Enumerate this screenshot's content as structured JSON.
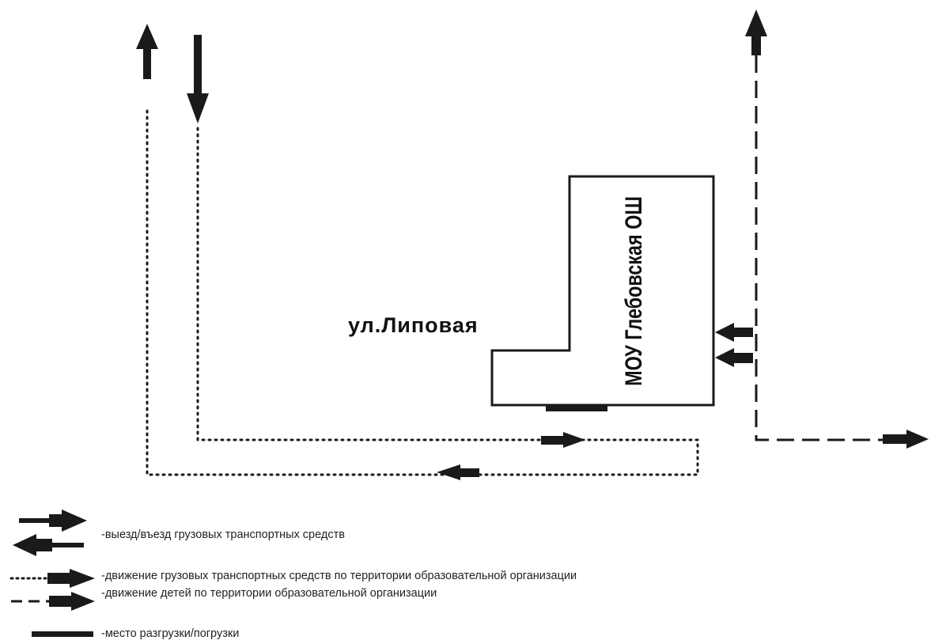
{
  "diagram": {
    "street_label": "ул.Липовая",
    "building_label": "МОУ Глебовская ОШ"
  },
  "legend": [
    {
      "id": "entry-exit",
      "text": "-выезд/въезд грузовых транспортных средств"
    },
    {
      "id": "truck-movement",
      "text": "-движение грузовых транспортных средств по территории образовательной организации"
    },
    {
      "id": "children-movement",
      "text": "-движение детей по территории образовательной организации"
    },
    {
      "id": "unloading-place",
      "text": "-место разгрузки/погрузки"
    }
  ],
  "colors": {
    "ink": "#1a1a1a",
    "background": "#ffffff"
  }
}
